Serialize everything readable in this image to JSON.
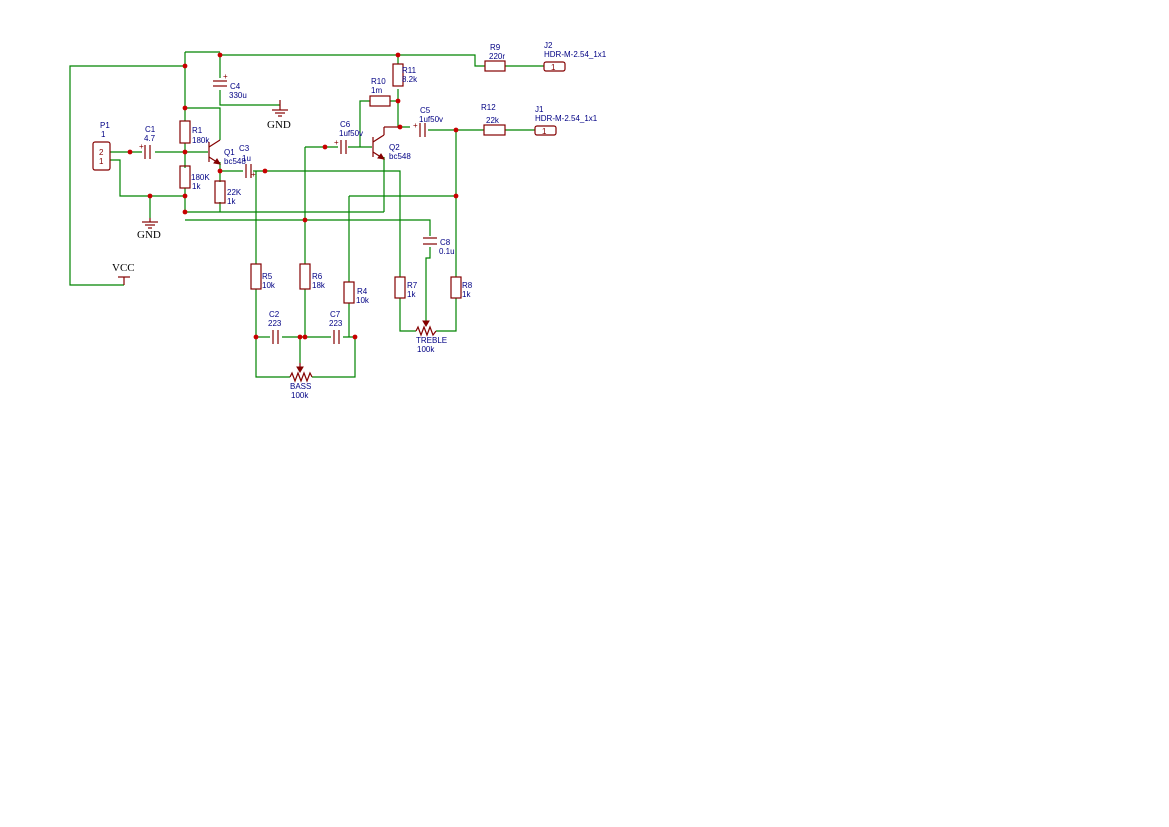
{
  "power": {
    "vcc": "VCC",
    "gnd_top": "GND",
    "gnd_left": "GND"
  },
  "parts": {
    "P1": {
      "ref": "P1",
      "value": "1",
      "pin_top": "2",
      "pin_bottom": "1"
    },
    "C1": {
      "ref": "C1",
      "value": "4.7"
    },
    "R1": {
      "ref": "R1",
      "value": "180k"
    },
    "R2": {
      "ref": "180K",
      "value": "1k"
    },
    "Q1": {
      "ref": "Q1",
      "value": "bc548"
    },
    "C3": {
      "ref": "C3",
      "value": "1u"
    },
    "R3": {
      "ref": "22K",
      "value": "1k"
    },
    "C4": {
      "ref": "C4",
      "value": "330u"
    },
    "C6": {
      "ref": "C6",
      "value": "1uf50v"
    },
    "Q2": {
      "ref": "Q2",
      "value": "bc548"
    },
    "R10": {
      "ref": "R10",
      "value": "1m"
    },
    "R11": {
      "ref": "R11",
      "value": "8.2k"
    },
    "C5": {
      "ref": "C5",
      "value": "1uf50v"
    },
    "R9": {
      "ref": "R9",
      "value": "220r"
    },
    "R12": {
      "ref": "R12",
      "value": "22k"
    },
    "J2": {
      "ref": "J2",
      "value": "HDR-M-2.54_1x1",
      "pin": "1"
    },
    "J1": {
      "ref": "J1",
      "value": "HDR-M-2.54_1x1",
      "pin": "1"
    },
    "C8": {
      "ref": "C8",
      "value": "0.1u"
    },
    "R5": {
      "ref": "R5",
      "value": "10k"
    },
    "R6": {
      "ref": "R6",
      "value": "18k"
    },
    "R4": {
      "ref": "R4",
      "value": "10k"
    },
    "R7": {
      "ref": "R7",
      "value": "1k"
    },
    "R8": {
      "ref": "R8",
      "value": "1k"
    },
    "C2": {
      "ref": "C2",
      "value": "223"
    },
    "C7": {
      "ref": "C7",
      "value": "223"
    },
    "BASS": {
      "ref": "BASS",
      "value": "100k"
    },
    "TREBLE": {
      "ref": "TREBLE",
      "value": "100k"
    }
  },
  "colors": {
    "wire": "#008400",
    "component": "#840000",
    "label": "#000084",
    "junction": "#c80000"
  }
}
